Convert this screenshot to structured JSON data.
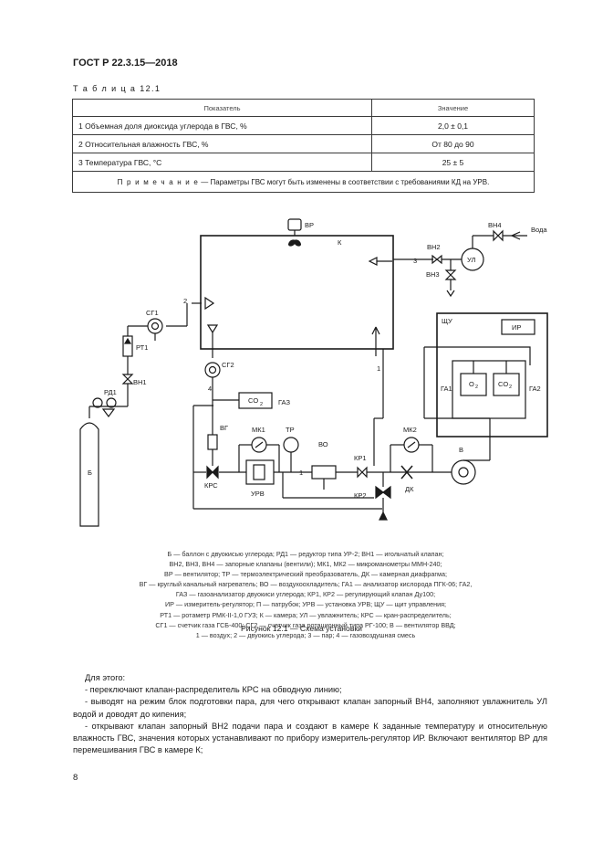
{
  "header": {
    "standard": "ГОСТ Р 22.3.15—2018"
  },
  "table": {
    "caption": "Т а б л и ц а  12.1",
    "headers": [
      "Показатель",
      "Значение"
    ],
    "rows": [
      [
        "1 Объемная доля диоксида углерода в ГВС, %",
        "2,0 ± 0,1"
      ],
      [
        "2 Относительная влажность ГВС, %",
        "От 80 до 90"
      ],
      [
        "3 Температура ГВС, °С",
        "25 ± 5"
      ]
    ],
    "note_label": "П р и м е ч а н и е",
    "note_text": " — Параметры ГВС могут быть изменены в соответствии с требованиями КД на УРВ."
  },
  "diagram": {
    "labels": {
      "vr": "ВР",
      "k": "К",
      "vn4": "ВН4",
      "voda": "Вода",
      "vn2": "ВН2",
      "vn3": "ВН3",
      "ul": "УЛ",
      "n3": "3",
      "n2": "2",
      "n1a": "1",
      "n4": "4",
      "n1b": "1",
      "sg1": "СГ1",
      "rt1": "РТ1",
      "vn1": "ВН1",
      "rd1": "РД1",
      "b": "Б",
      "sg2": "СГ2",
      "co2": "CO",
      "sub2": "2",
      "gaz": "ГАЗ",
      "vg": "ВГ",
      "mk1": "МК1",
      "tr": "ТР",
      "vo": "ВО",
      "kr1": "КР1",
      "mk2": "МК2",
      "krs": "КРС",
      "urv": "УРВ",
      "kr2": "КР2",
      "dk": "ДК",
      "v": "В",
      "shu": "ЩУ",
      "ir": "ИР",
      "ga1": "ГА1",
      "ga2": "ГА2",
      "o": "O"
    }
  },
  "legend": {
    "lines": [
      "Б — баллон с двуокисью углерода; РД1 — редуктор типа УР-2; ВН1 — игольчатый клапан;",
      "ВН2, ВН3, ВН4 — запорные клапаны (вентили); МК1, МК2 — микроманометры ММН-240;",
      "ВР — вентилятор; ТР — термоэлектрический преобразователь, ДК — камерная диафрагма;",
      "ВГ — круглый канальный нагреватель; ВО — воздухоохладитель; ГА1 — анализатор кислорода ПГК-06; ГА2,",
      "ГАЗ — газоанализатор двуокиси углерода; КР1, КР2 — регулирующий клапан Ду100;",
      "ИР — измеритель-регулятор; П — патрубок; УРВ — установка УРВ; ЩУ — щит управления;",
      "РТ1 — ротаметр РМК-II-1,0 ГУЗ; К — камера; УЛ — увлажнитель; КРС — кран-распределитель;",
      "СГ1 — счетчик газа ГСБ-400; СГ2 — счетчик газа ротационный типа РГ-100; В — вентилятор ВВД;",
      "1 — воздух; 2 — двуокись углерода; 3 — пар; 4 — газовоздушная смесь"
    ]
  },
  "figure_caption": "Рисунок 12.1 — Схема установки",
  "body": {
    "lead": "Для этого:",
    "items": [
      "- переключают клапан-распределитель КРС на обводную линию;",
      "- выводят на режим блок подготовки пара, для чего открывают клапан запорный ВН4, заполняют увлажнитель УЛ водой и доводят до кипения;",
      "- открывают клапан запорный ВН2 подачи пара и создают в камере К заданные температуру и относительную влажность ГВС, значения которых устанавливают по прибору измеритель-регулятор ИР. Включают вентилятор ВР для перемешивания ГВС в камере К;"
    ]
  },
  "page_number": "8"
}
